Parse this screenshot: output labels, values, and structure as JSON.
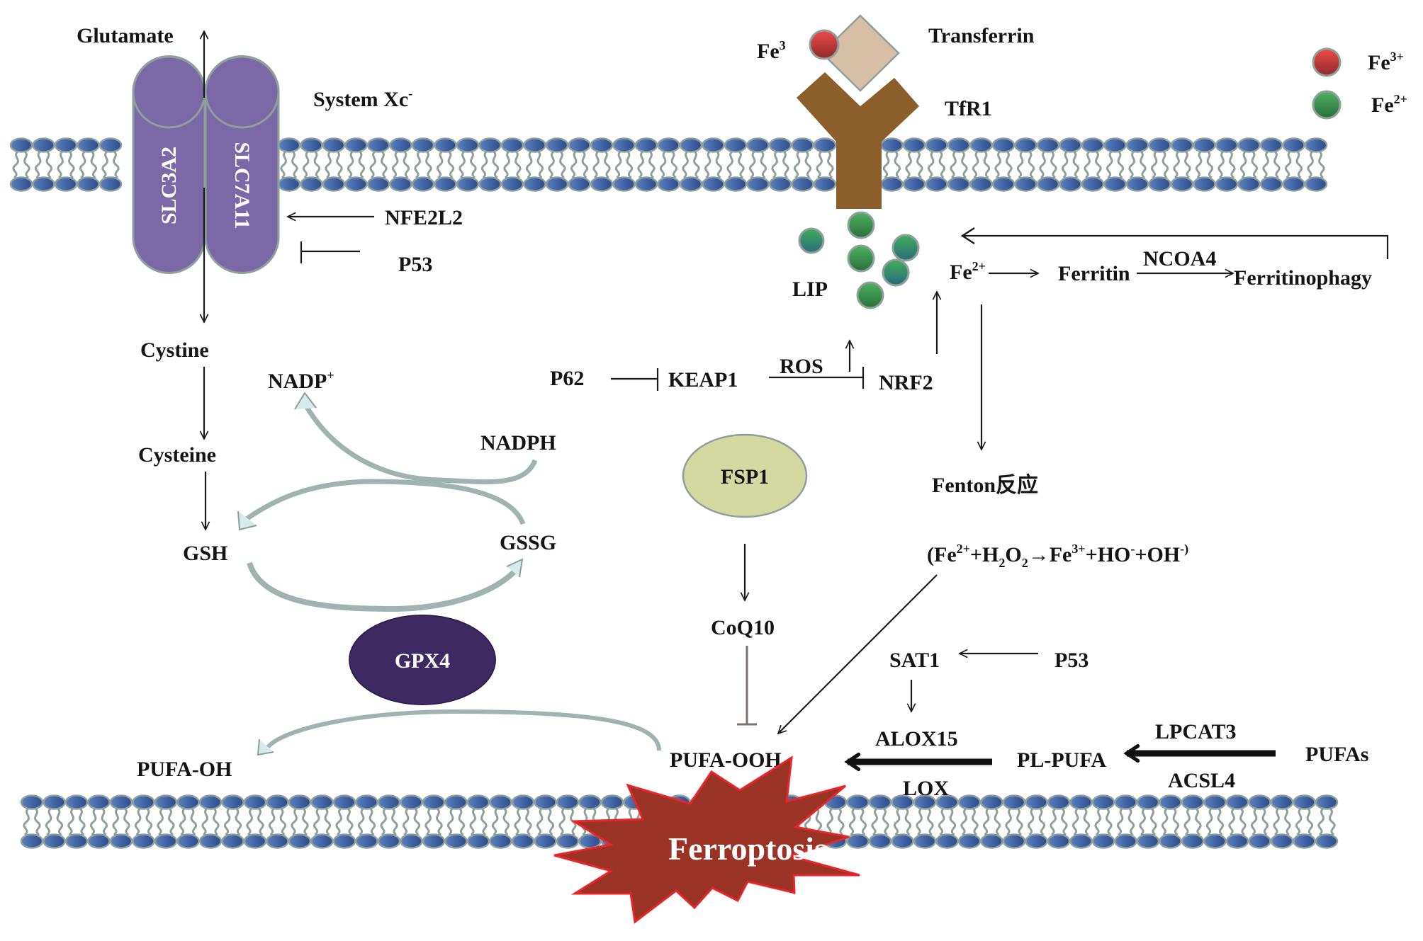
{
  "figure": {
    "title": "Ferroptosis regulatory pathways",
    "colors": {
      "membrane_head": "#3a5fa3",
      "membrane_outline": "#8fa09c",
      "transporter": "#7b68a6",
      "tfr1": "#8b5e2b",
      "transferrin": "#d6bfa4",
      "fe3": "#d94141",
      "fe2": "#3f9d55",
      "fsp1": "#d3d9a0",
      "gpx4": "#3d2a63",
      "ferroptosis": "#9b3226",
      "ferroptosis_outline": "#e8262a",
      "cycle_arrow": "#a9c5c4"
    }
  },
  "legend": {
    "items": [
      {
        "label": "Fe",
        "sup": "3+",
        "icon": "red-sphere-icon"
      },
      {
        "label": "Fe",
        "sup": "2+",
        "icon": "green-sphere-icon"
      }
    ]
  },
  "system_xc": {
    "label": "System Xc",
    "sup": "-",
    "glutamate": "Glutamate",
    "slc3a2": "SLC3A2",
    "slc7a11": "SLC7A11",
    "nfe2l2": "NFE2L2",
    "p53": "P53",
    "cystine": "Cystine",
    "cysteine": "Cysteine",
    "gsh": "GSH",
    "gssg": "GSSG",
    "nadp": "NADP",
    "nadp_sup": "+",
    "nadph": "NADPH",
    "gpx4": "GPX4",
    "pufa_oh": "PUFA-OH"
  },
  "iron": {
    "fe3_label": "Fe",
    "fe3_sup": "3",
    "transferrin": "Transferrin",
    "tfr1": "TfR1",
    "lip": "LIP",
    "fe2_label": "Fe",
    "fe2_sup": "2+",
    "ferritin": "Ferritin",
    "ncoa4": "NCOA4",
    "ferritinophagy": "Ferritinophagy",
    "fenton": "Fenton反应",
    "fenton_eq": {
      "open": "(Fe",
      "s1": "2+",
      "p1": "+H",
      "sub1": "2",
      "p2": "O",
      "sub2": "2",
      "p3": "→Fe",
      "s2": "3+",
      "p4": "+HO",
      "s3": "-",
      "p5": "+OH",
      "s4": "-)"
    }
  },
  "keap": {
    "p62": "P62",
    "keap1": "KEAP1",
    "ros": "ROS",
    "nrf2": "NRF2",
    "fsp1": "FSP1",
    "coq10": "CoQ10"
  },
  "lipid": {
    "sat1": "SAT1",
    "p53": "P53",
    "alox15": "ALOX15",
    "lox": "LOX",
    "pl_pufa": "PL-PUFA",
    "lpcat3": "LPCAT3",
    "acsl4": "ACSL4",
    "pufas": "PUFAs",
    "pufa_ooh": "PUFA-OOH",
    "ferroptosis": "Ferroptosis"
  }
}
